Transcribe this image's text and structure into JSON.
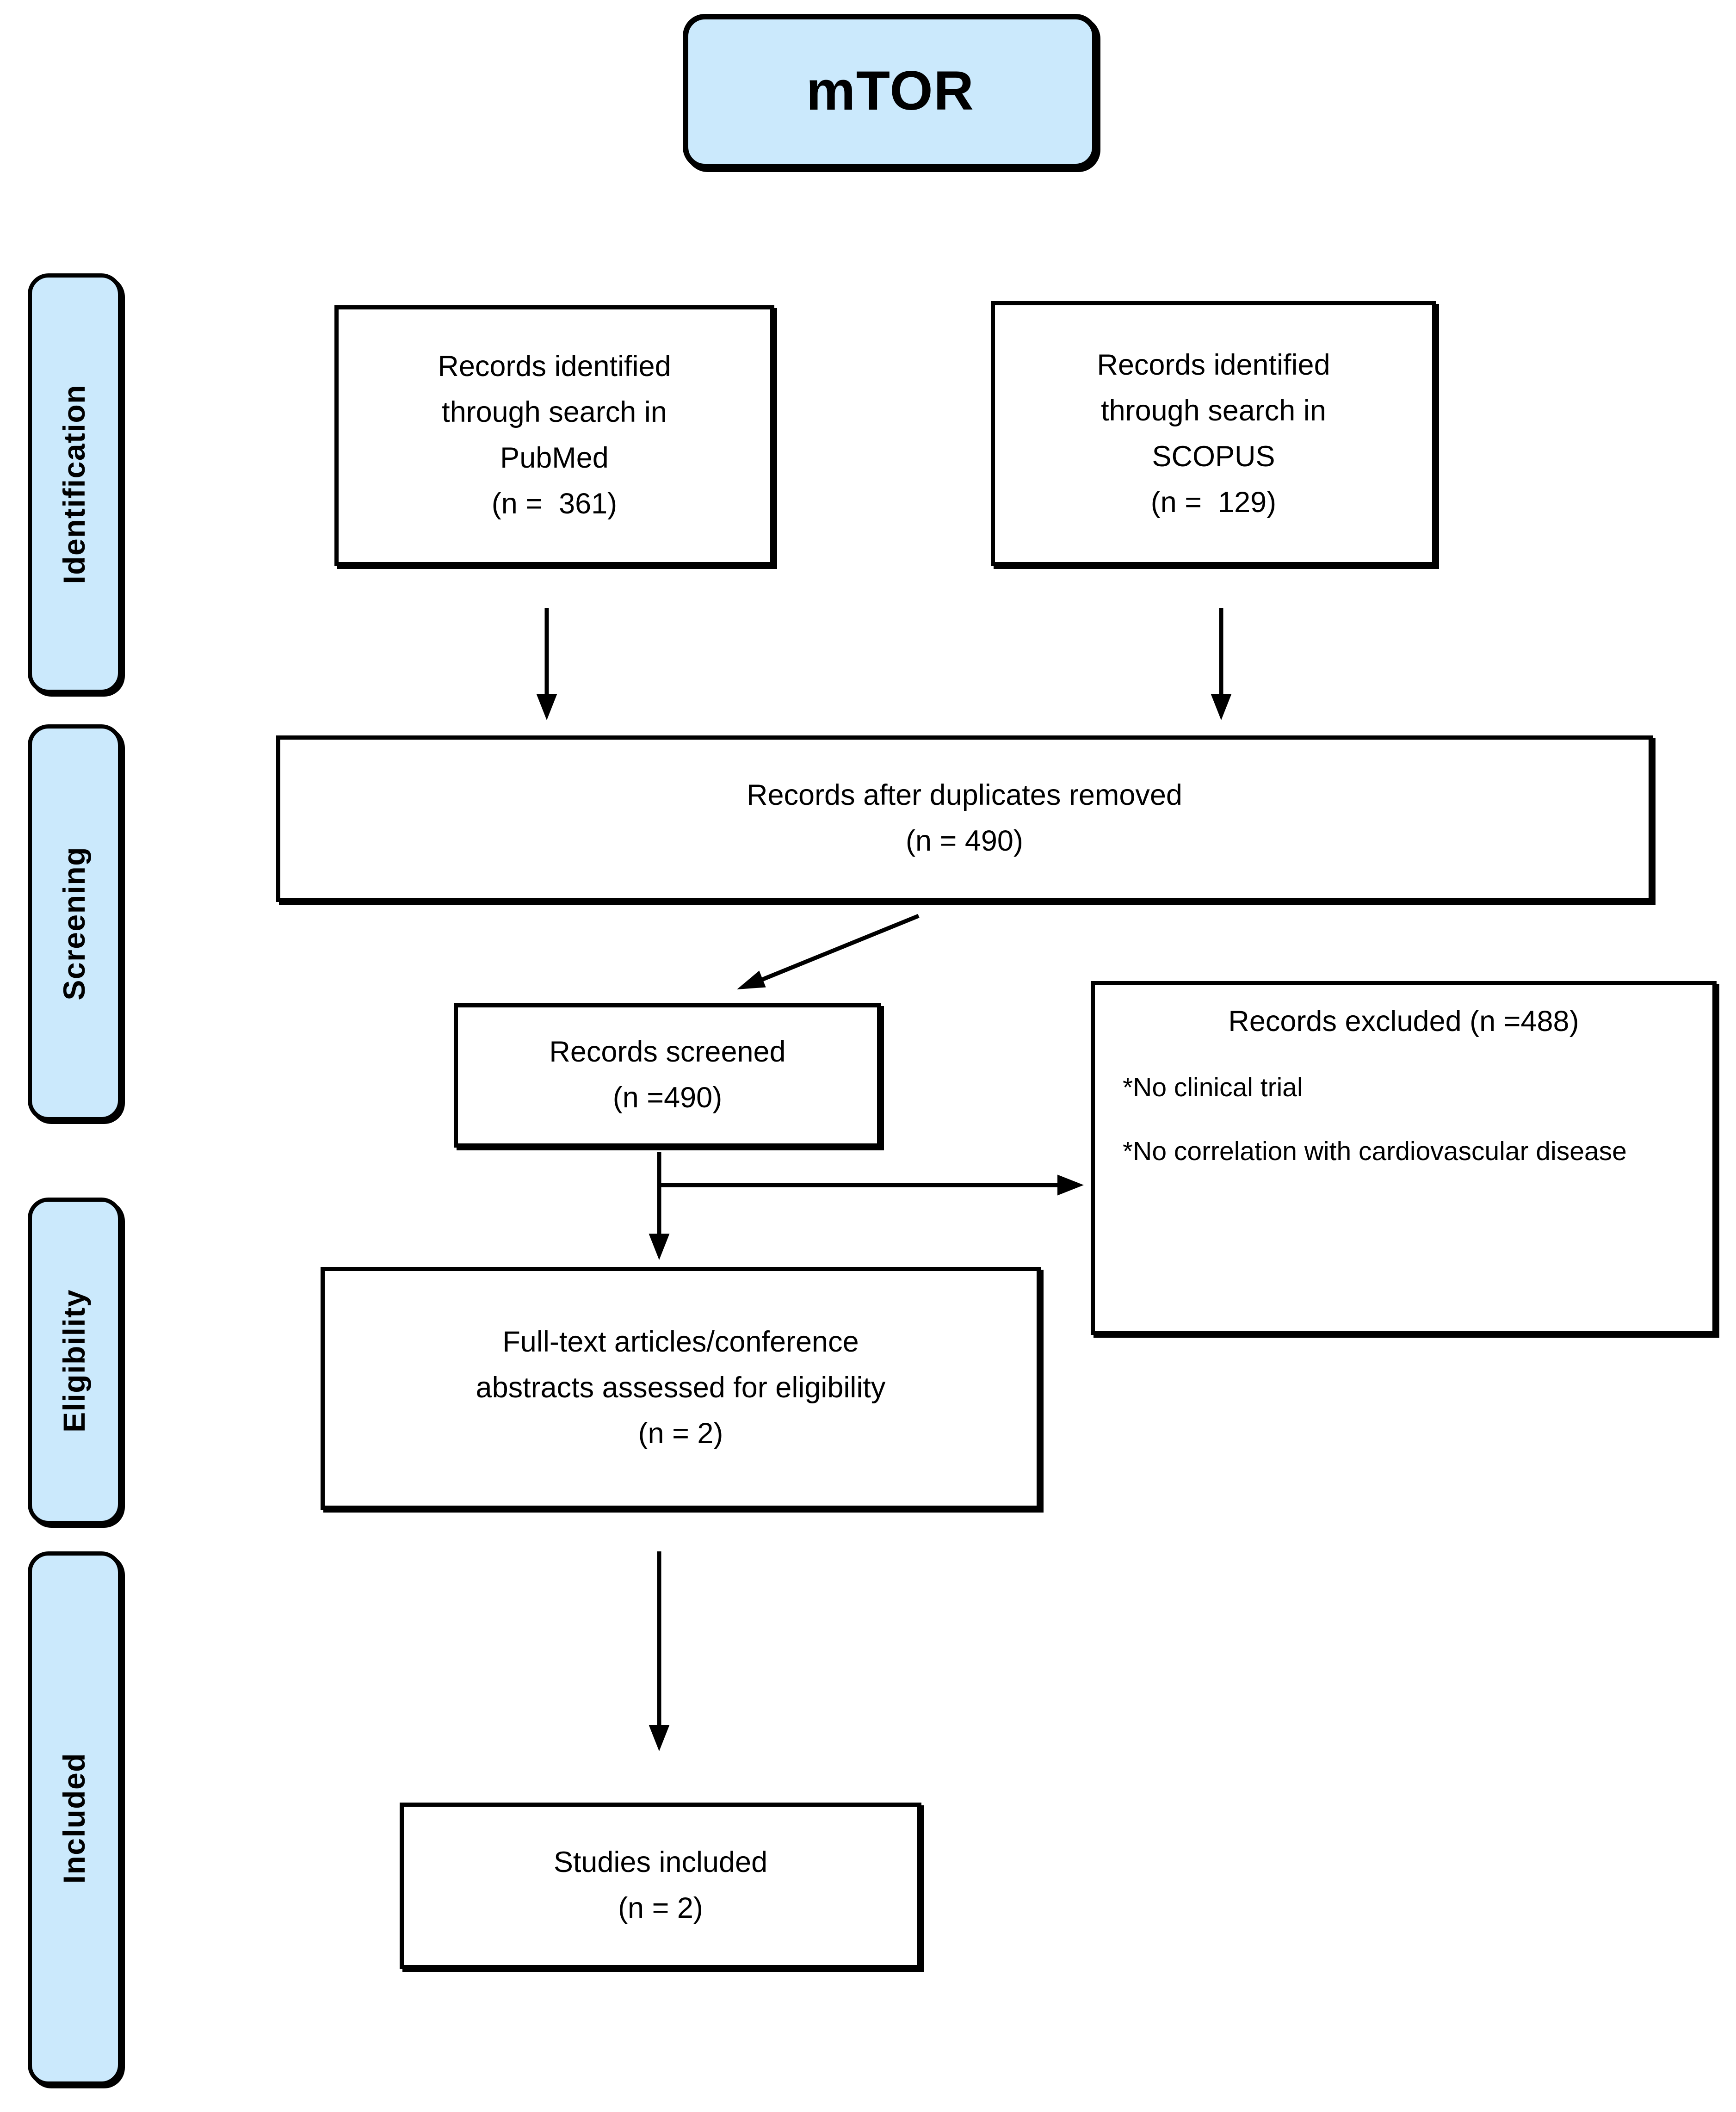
{
  "diagram": {
    "title": "mTOR",
    "colors": {
      "stage_fill": "#cbe9fc",
      "border": "#000000",
      "box_fill": "#ffffff"
    }
  },
  "stages": [
    {
      "label": "Identification"
    },
    {
      "label": "Screening"
    },
    {
      "label": "Eligibility"
    },
    {
      "label": "Included"
    }
  ],
  "boxes": {
    "pubmed": {
      "lines": [
        "Records identified",
        "through search in",
        "PubMed",
        "(n =  361)"
      ]
    },
    "scopus": {
      "lines": [
        "Records identified",
        "through search in",
        "SCOPUS",
        "(n =  129)"
      ]
    },
    "duplicates": {
      "lines": [
        "Records after duplicates removed",
        "(n = 490)"
      ]
    },
    "screened": {
      "lines": [
        "Records screened",
        "(n =490)"
      ]
    },
    "excluded": {
      "header": "Records excluded (n =488)",
      "bullets": [
        "*No clinical trial",
        "*No correlation with cardiovascular disease"
      ]
    },
    "fulltext": {
      "lines": [
        "Full-text articles/conference",
        "abstracts assessed for eligibility",
        "(n = 2)"
      ]
    },
    "studies": {
      "lines": [
        "Studies included",
        "(n = 2)"
      ]
    }
  }
}
